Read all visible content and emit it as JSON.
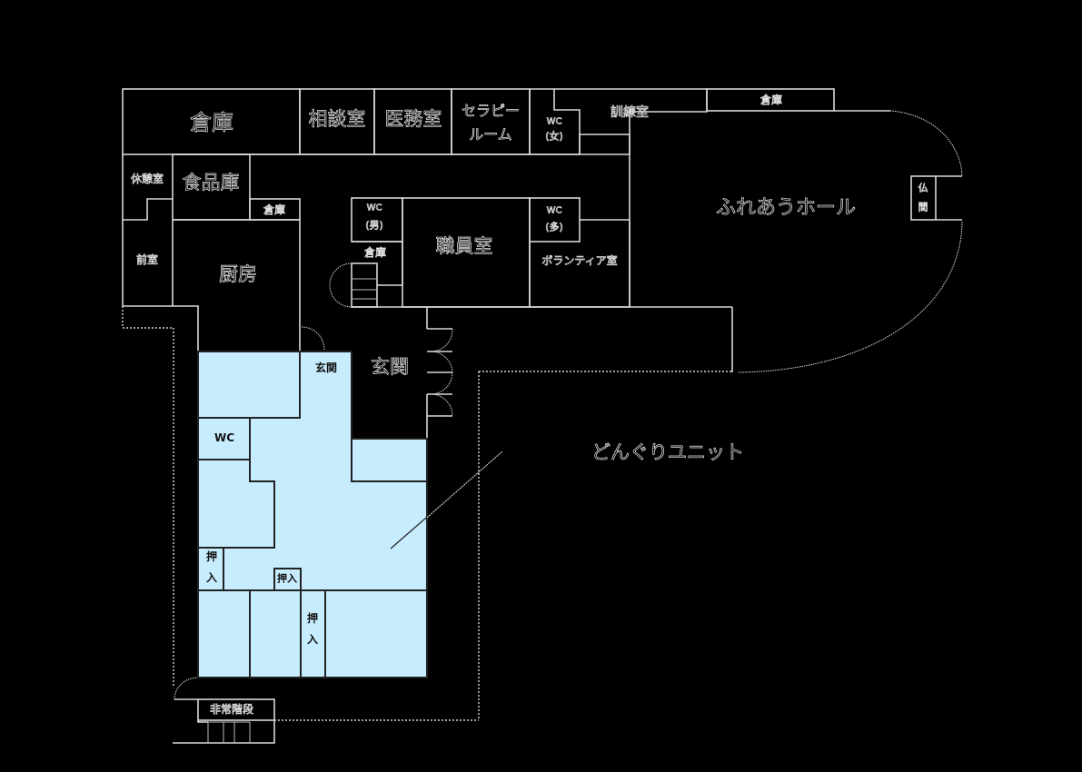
{
  "plan": {
    "rooms": {
      "storage_main": "倉庫",
      "consultation": "相談室",
      "medical_office": "医務室",
      "therapy_room_1": "セラピー",
      "therapy_room_2": "ルーム",
      "wc_women_1": "WC",
      "wc_women_2": "(女)",
      "training_room": "訓練室",
      "storage_top_right": "倉庫",
      "rest_room": "休憩室",
      "food_storage": "食品庫",
      "storage_small": "倉庫",
      "anteroom": "前室",
      "kitchen": "厨房",
      "wc_men_1": "WC",
      "wc_men_2": "(男)",
      "storage_mid": "倉庫",
      "staff_room": "職員室",
      "wc_multi_1": "WC",
      "wc_multi_2": "(多)",
      "volunteer_room": "ボランティア室",
      "hall": "ふれあうホール",
      "altar_1": "仏",
      "altar_2": "間",
      "entrance_main": "玄関",
      "emergency_stairs": "非常階段"
    },
    "unit": {
      "name": "どんぐりユニット",
      "entrance": "玄関",
      "wc": "WC",
      "closet_left_1": "押",
      "closet_left_2": "入",
      "closet_small": "押入",
      "closet_bottom_1": "押",
      "closet_bottom_2": "入",
      "fill_color": "#c6ecfd"
    }
  }
}
